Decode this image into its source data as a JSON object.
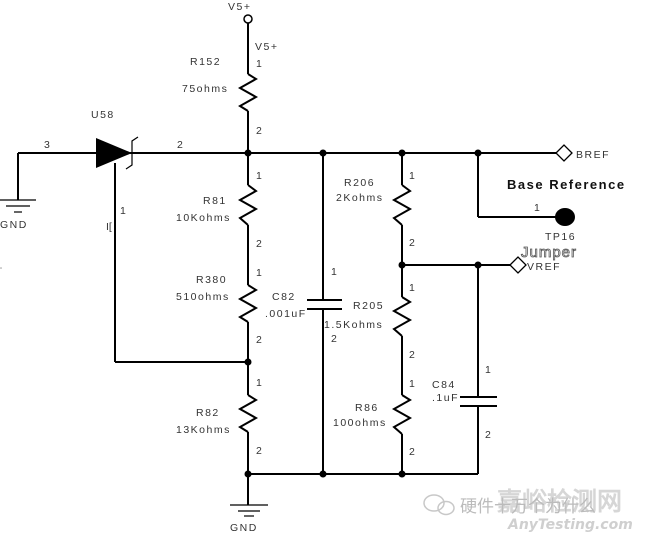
{
  "schematic": {
    "power_label": "V5+",
    "power_net_label": "V5+",
    "gnd_label": "GND",
    "components": {
      "R152": {
        "ref": "R152",
        "value": "75ohms",
        "pin1": "1",
        "pin2": "2"
      },
      "U58": {
        "ref": "U58",
        "pin_anode": "3",
        "pin_cathode": "2",
        "pin_ref": "1"
      },
      "R81": {
        "ref": "R81",
        "value": "10Kohms",
        "pin1": "1",
        "pin2": "2"
      },
      "R380": {
        "ref": "R380",
        "value": "510ohms",
        "pin1": "1",
        "pin2": "2"
      },
      "R82": {
        "ref": "R82",
        "value": "13Kohms",
        "pin1": "1",
        "pin2": "2"
      },
      "C82": {
        "ref": "C82",
        "value": ".001uF",
        "pin1": "1",
        "pin2": "2"
      },
      "R206": {
        "ref": "R206",
        "value": "2Kohms",
        "pin1": "1",
        "pin2": "2"
      },
      "R205": {
        "ref": "R205",
        "value": "1.5Kohms",
        "pin1": "1",
        "pin2": "2"
      },
      "R86": {
        "ref": "R86",
        "value": "100ohms",
        "pin1": "1",
        "pin2": "2"
      },
      "C84": {
        "ref": "C84",
        "value": ".1uF",
        "pin1": "1",
        "pin2": "2"
      },
      "TP16": {
        "ref": "TP16",
        "pin1": "1"
      }
    },
    "nets": {
      "bref": "BREF",
      "vref": "VREF"
    },
    "annotations": {
      "base_reference": "Base Reference",
      "jumper": "Jumper",
      "ref_pin_marker": "I["
    }
  },
  "watermark": {
    "wechat_text": "硬件十万个为什么",
    "site_cn": "嘉峪检测网",
    "site_en": "AnyTesting.com"
  }
}
